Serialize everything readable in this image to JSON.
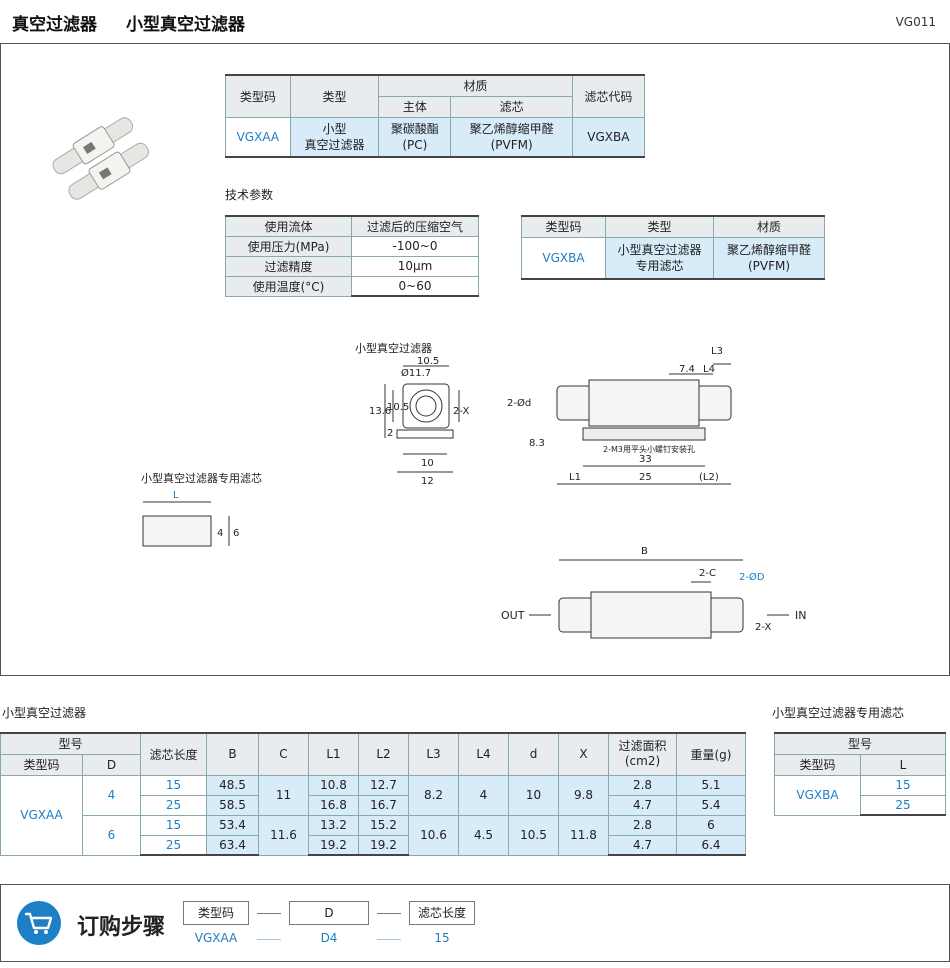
{
  "header": {
    "title": "真空过滤器",
    "subtitle": "小型真空过滤器",
    "code": "VG011"
  },
  "product_table": {
    "headers": {
      "type_code": "类型码",
      "type": "类型",
      "material": "材质",
      "body": "主体",
      "filter": "滤芯",
      "element_code": "滤芯代码"
    },
    "row": {
      "type_code": "VGXAA",
      "type": "小型\n真空过滤器",
      "body": "聚碳酸酯\n(PC)",
      "filter": "聚乙烯醇缩甲醛\n(PVFM)",
      "element_code": "VGXBA"
    }
  },
  "tech_params": {
    "title": "技术参数",
    "rows": [
      {
        "k": "使用流体",
        "v": "过滤后的压缩空气"
      },
      {
        "k": "使用压力(MPa)",
        "v": "-100~0"
      },
      {
        "k": "过滤精度",
        "v": "10μm"
      },
      {
        "k": "使用温度(°C)",
        "v": "0~60"
      }
    ]
  },
  "element_table": {
    "headers": {
      "type_code": "类型码",
      "type": "类型",
      "material": "材质"
    },
    "row": {
      "type_code": "VGXBA",
      "type": "小型真空过滤器\n专用滤芯",
      "material": "聚乙烯醇缩甲醛\n(PVFM)"
    }
  },
  "drawing": {
    "caption_filter": "小型真空过滤器",
    "caption_element": "小型真空过滤器专用滤芯",
    "dims": {
      "d11_7": "Ø11.7",
      "d10_5": "10.5",
      "d13_6": "13.6",
      "d10_5v": "10.5",
      "d2": "2",
      "d2x": "2-X",
      "d10": "10",
      "d12": "12",
      "d2d": "2-Ød",
      "d8_3": "8.3",
      "d7_4": "7.4",
      "dL4": "L4",
      "dL3": "L3",
      "d33": "33",
      "d25": "25",
      "dL1": "L1",
      "dL2": "(L2)",
      "screw": "2-M3用平头小螺钉安装孔",
      "L": "L",
      "d4": "4",
      "d6": "6",
      "B": "B",
      "d2c": "2-C",
      "d2D": "2-ØD",
      "d2x2": "2-X",
      "out": "OUT",
      "in": "IN"
    }
  },
  "size_table": {
    "title": "小型真空过滤器",
    "headers": {
      "model": "型号",
      "type_code": "类型码",
      "D": "D",
      "elem_len": "滤芯长度",
      "B": "B",
      "C": "C",
      "L1": "L1",
      "L2": "L2",
      "L3": "L3",
      "L4": "L4",
      "d": "d",
      "X": "X",
      "area": "过滤面积",
      "area_unit": "(cm2)",
      "weight": "重量(g)"
    },
    "type_code": "VGXAA",
    "groups": [
      {
        "D": "4",
        "C": "11",
        "L3": "8.2",
        "L4": "4",
        "d": "10",
        "X": "9.8",
        "rows": [
          {
            "len": "15",
            "B": "48.5",
            "L1": "10.8",
            "L2": "12.7",
            "area": "2.8",
            "w": "5.1"
          },
          {
            "len": "25",
            "B": "58.5",
            "L1": "16.8",
            "L2": "16.7",
            "area": "4.7",
            "w": "5.4"
          }
        ]
      },
      {
        "D": "6",
        "C": "11.6",
        "L3": "10.6",
        "L4": "4.5",
        "d": "10.5",
        "X": "11.8",
        "rows": [
          {
            "len": "15",
            "B": "53.4",
            "L1": "13.2",
            "L2": "15.2",
            "area": "2.8",
            "w": "6"
          },
          {
            "len": "25",
            "B": "63.4",
            "L1": "19.2",
            "L2": "19.2",
            "area": "4.7",
            "w": "6.4"
          }
        ]
      }
    ]
  },
  "element_size_table": {
    "title": "小型真空过滤器专用滤芯",
    "headers": {
      "model": "型号",
      "type_code": "类型码",
      "L": "L"
    },
    "type_code": "VGXBA",
    "L": [
      "15",
      "25"
    ]
  },
  "order": {
    "title": "订购步骤",
    "boxes": [
      "类型码",
      "D",
      "滤芯长度"
    ],
    "values": [
      "VGXAA",
      "D4",
      "15"
    ]
  },
  "colors": {
    "accent": "#1d7fc4",
    "highlight": "#d8ebf8",
    "header_bg": "#e8ecef"
  }
}
